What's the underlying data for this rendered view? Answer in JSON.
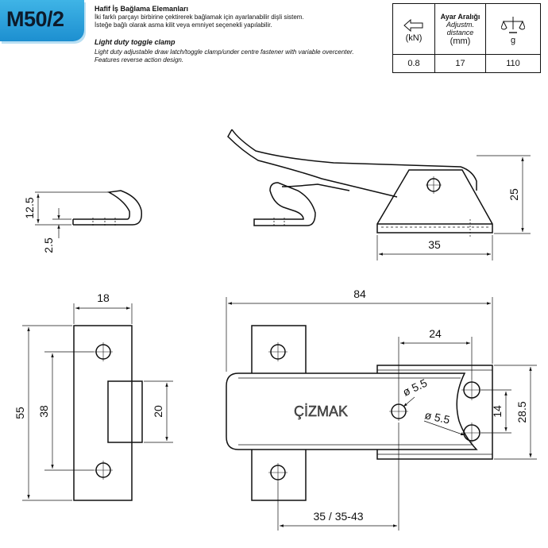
{
  "header": {
    "model": "M50/2",
    "title_tr": "Hafif İş Bağlama Elemanları",
    "desc_tr_1": "İki farklı parçayı birbirine çektirerek bağlamak için ayarlanabilir dişli sistem.",
    "desc_tr_2": "İsteğe bağlı olarak asma kilit veya emniyet seçenekli yapılabilir.",
    "title_en": "Light duty toggle clamp",
    "desc_en_1": "Light duty adjustable draw latch/toggle clamp/under centre fastener with variable overcenter.",
    "desc_en_2": "Features reverse action design."
  },
  "spec_table": {
    "force_unit": "(kN)",
    "adjust_title": "Ayar Aralığı",
    "adjust_en_1": "Adjustm.",
    "adjust_en_2": "distance",
    "adjust_unit": "(mm)",
    "weight_unit": "g",
    "force_value": "0.8",
    "adjust_value": "17",
    "weight_value": "110",
    "icons": [
      "arrow-left-icon",
      "scale-icon"
    ]
  },
  "dimensions": {
    "hook_height": "12.5",
    "hook_thickness": "2.5",
    "base_height": "25",
    "base_width": "35",
    "plate_width": "18",
    "plate_height": "55",
    "plate_hole_spacing": "38",
    "plate_slot": "20",
    "overall_length": "84",
    "hole_spacing_top": "24",
    "hole_dia_1": "ø 5.5",
    "hole_dia_2": "ø 5.5",
    "inner_spacing": "14",
    "outer_spacing": "28.5",
    "adjust_range": "35 / 35-43"
  },
  "brand": "ÇİZMAK"
}
